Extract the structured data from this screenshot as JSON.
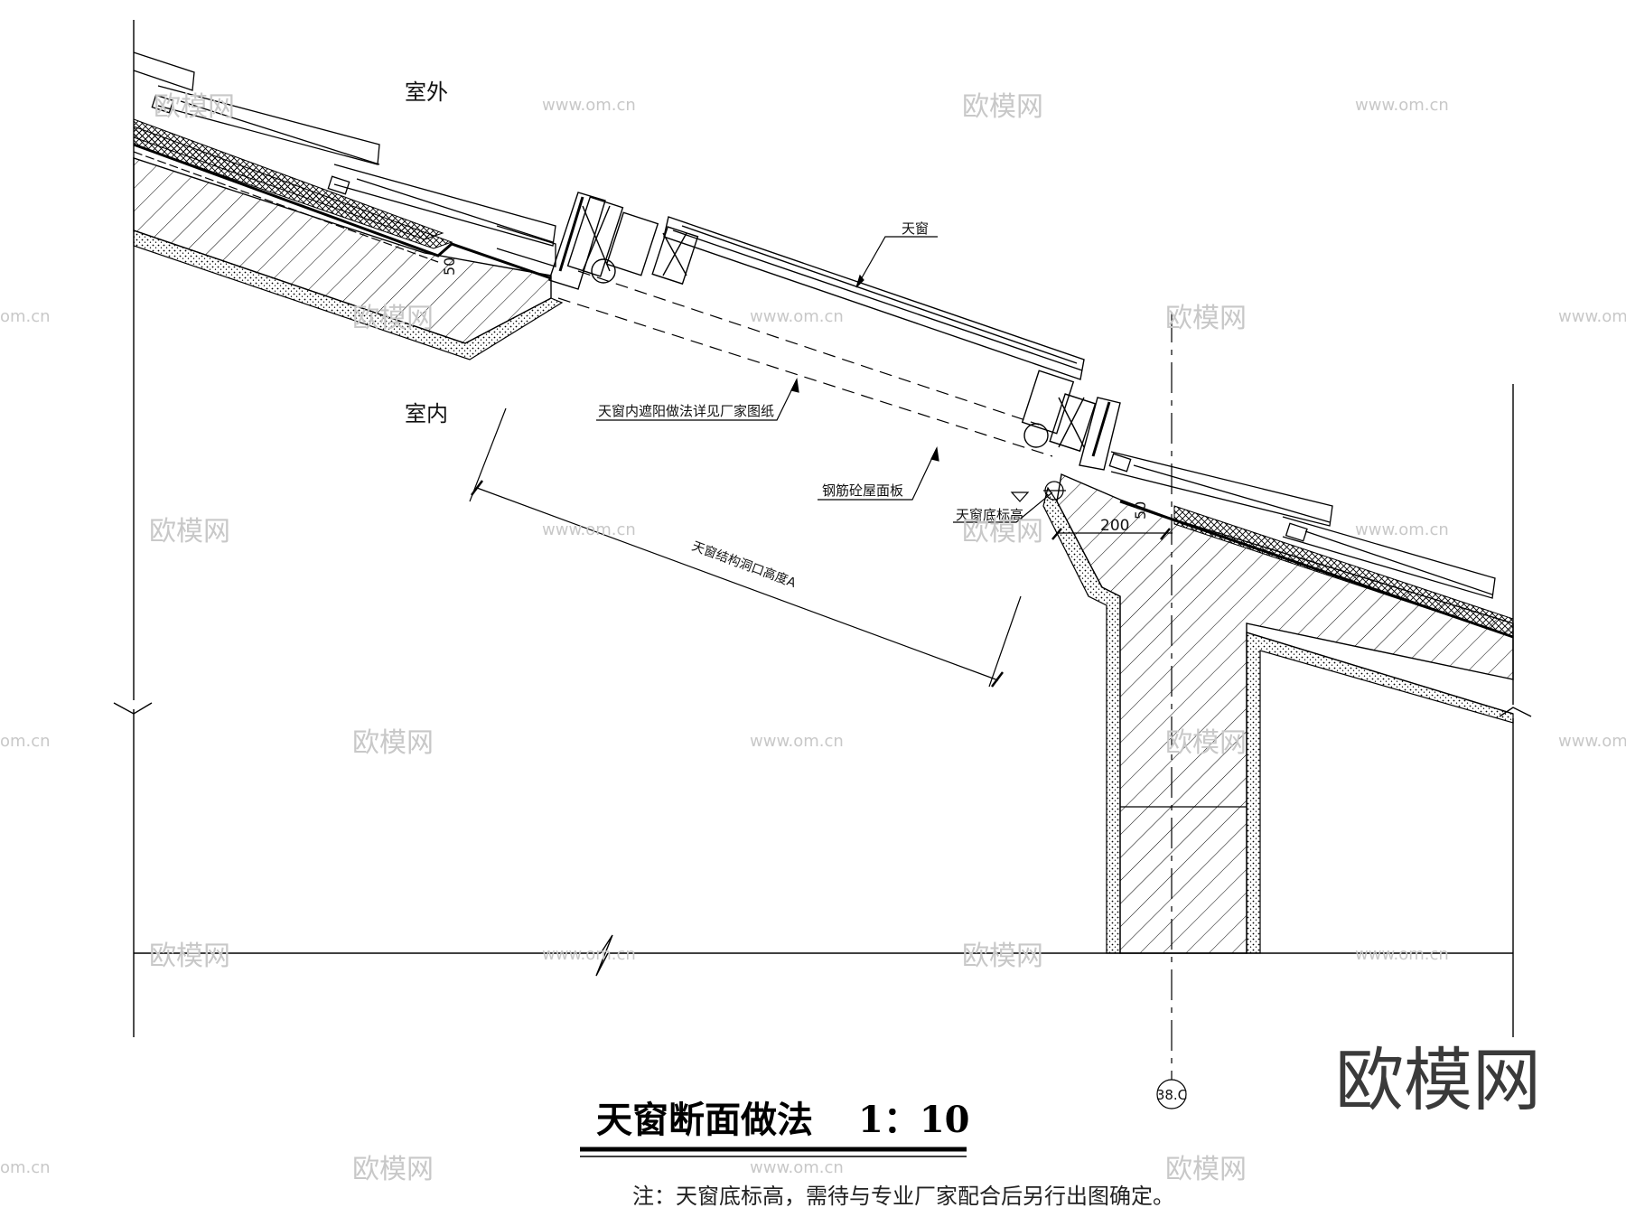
{
  "labels": {
    "outdoor": "室外",
    "indoor": "室内",
    "skylight": "天窗",
    "sunshade_note": "天窗内遮阳做法详见厂家图纸",
    "rc_roof_slab": "钢筋砼屋面板",
    "skylight_bottom_elev": "天窗底标高",
    "opening_height": "天窗结构洞口高度A",
    "dim_200": "200",
    "dim_50_left": "50",
    "dim_50_right": "50",
    "axis_tag": "38.C"
  },
  "title": {
    "main": "天窗断面做法",
    "scale": "1：10"
  },
  "note": "注：天窗底标高，需待与专业厂家配合后另行出图确定。",
  "watermarks": {
    "brand": "欧模网",
    "url": "www.om.cn",
    "partial_url": "om.cn"
  },
  "colors": {
    "line": "#000000",
    "watermark": "#c8c8c8",
    "background": "#ffffff"
  }
}
